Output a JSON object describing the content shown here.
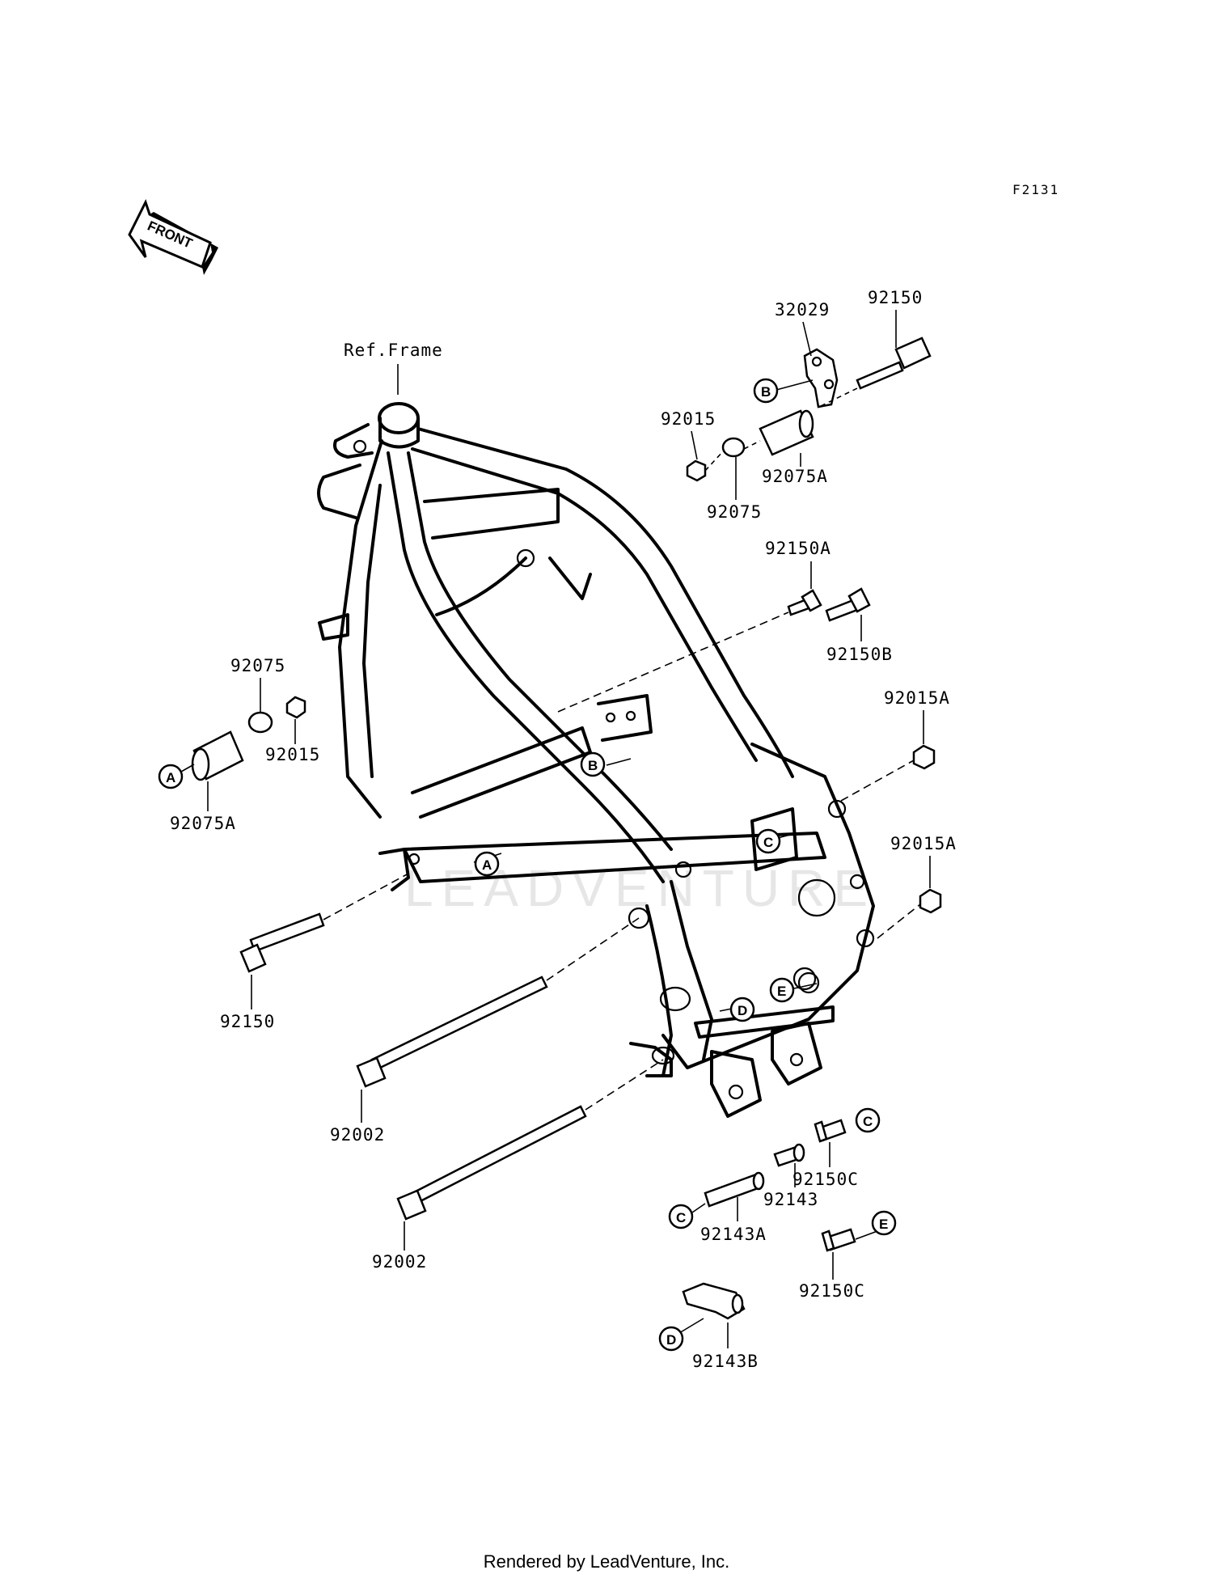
{
  "diagram_code": "F2131",
  "front_arrow_label": "FRONT",
  "reference_label": "Ref.Frame",
  "watermark": "LEADVENTURE",
  "footer": "Rendered by LeadVenture, Inc.",
  "parts": [
    {
      "id": "p32029",
      "number": "32029"
    },
    {
      "id": "p92150_top",
      "number": "92150"
    },
    {
      "id": "p92015_top",
      "number": "92015"
    },
    {
      "id": "p92075A_top",
      "number": "92075A"
    },
    {
      "id": "p92075_top",
      "number": "92075"
    },
    {
      "id": "p92150A",
      "number": "92150A"
    },
    {
      "id": "p92150B",
      "number": "92150B"
    },
    {
      "id": "p92015A_1",
      "number": "92015A"
    },
    {
      "id": "p92015A_2",
      "number": "92015A"
    },
    {
      "id": "p92075_left",
      "number": "92075"
    },
    {
      "id": "p92015_left",
      "number": "92015"
    },
    {
      "id": "p92075A_left",
      "number": "92075A"
    },
    {
      "id": "p92150_left",
      "number": "92150"
    },
    {
      "id": "p92002_1",
      "number": "92002"
    },
    {
      "id": "p92002_2",
      "number": "92002"
    },
    {
      "id": "p92150C_1",
      "number": "92150C"
    },
    {
      "id": "p92143",
      "number": "92143"
    },
    {
      "id": "p92143A",
      "number": "92143A"
    },
    {
      "id": "p92150C_2",
      "number": "92150C"
    },
    {
      "id": "p92143B",
      "number": "92143B"
    }
  ],
  "callouts": [
    "A",
    "B",
    "C",
    "D",
    "E"
  ]
}
